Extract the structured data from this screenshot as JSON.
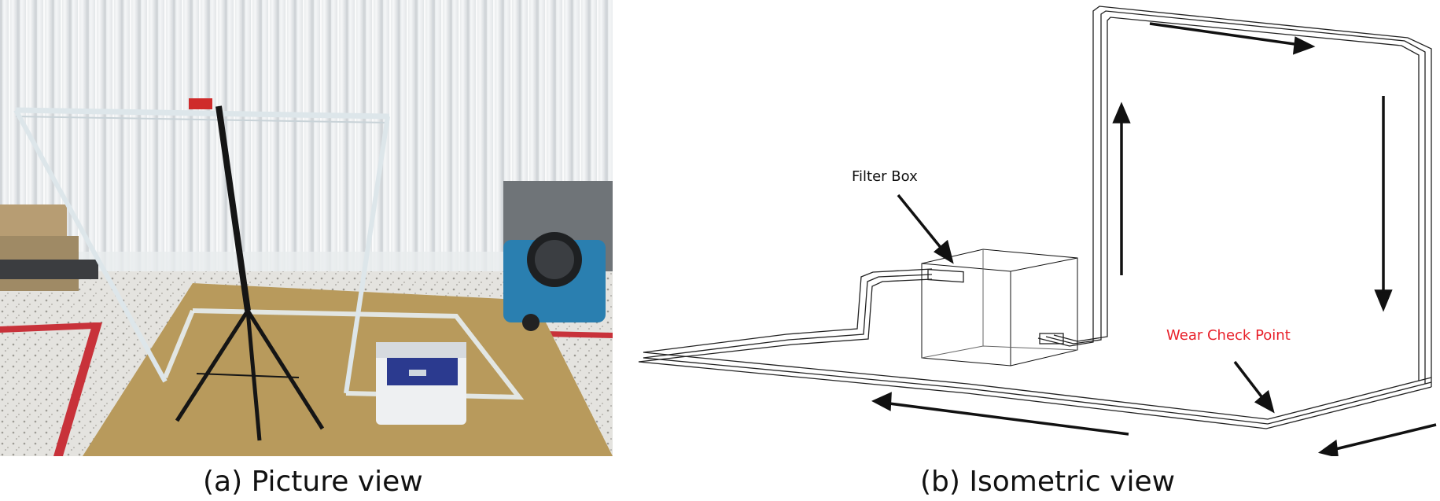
{
  "figure": {
    "panel_a": {
      "caption": "(a) Picture view"
    },
    "panel_b": {
      "caption": "(b) Isometric view",
      "labels": {
        "filter_box": "Filter Box",
        "wear_check_point": "Wear Check Point"
      },
      "colors": {
        "wear_check_point": "#e8202a",
        "filter_box": "#111111",
        "pipe": "#222222"
      }
    }
  }
}
